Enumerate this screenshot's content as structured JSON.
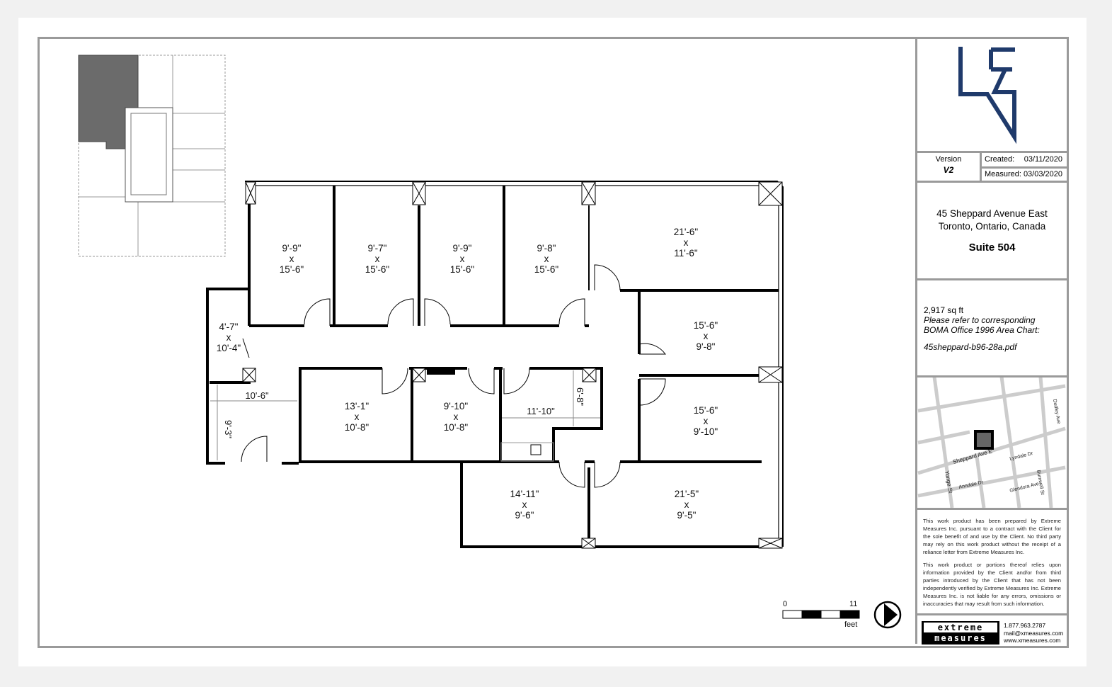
{
  "logo": {
    "text": "LEV",
    "color": "#1f3a6b"
  },
  "title_block": {
    "version_label": "Version",
    "version_value": "V2",
    "created_label": "Created:",
    "created_value": "03/11/2020",
    "measured_label": "Measured:",
    "measured_value": "03/03/2020",
    "address_line1": "45 Sheppard Avenue East",
    "address_line2": "Toronto, Ontario, Canada",
    "suite": "Suite 504",
    "area": "2,917 sq ft",
    "area_note1": "Please refer to corresponding",
    "area_note2": "BOMA Office 1996 Area Chart:",
    "area_file": "45sheppard-b96-28a.pdf"
  },
  "map": {
    "streets": [
      "Sheppard Ave E",
      "Yonge St",
      "Lyndale Dr",
      "Dudley Ave",
      "Burnwell St",
      "Glendora Ave",
      "Anndale Dr"
    ]
  },
  "disclaimer": {
    "p1": "This work product has been prepared by Extreme Measures Inc. pursuant to a contract with the Client for the sole benefit of and use by the Client. No third party may rely on this work product without the receipt of a reliance letter from Extreme Measures Inc.",
    "p2": "This work product or portions thereof relies upon information provided by the Client and/or from third parties introduced by the Client that has not been independently verified by Extreme Measures Inc. Extreme Measures Inc. is not liable for any errors, omissions or inaccuracies that may result from such information."
  },
  "company": {
    "logo_line1": "extreme",
    "logo_line2": "measures",
    "phone": "1.877.963.2787",
    "email": "mail@xmeasures.com",
    "web": "www.xmeasures.com"
  },
  "scale": {
    "start": "0",
    "end": "11",
    "unit": "feet"
  },
  "rooms": [
    {
      "w": "9'-9\"",
      "x": "x",
      "d": "15'-6\""
    },
    {
      "w": "9'-7\"",
      "x": "x",
      "d": "15'-6\""
    },
    {
      "w": "9'-9\"",
      "x": "x",
      "d": "15'-6\""
    },
    {
      "w": "9'-8\"",
      "x": "x",
      "d": "15'-6\""
    },
    {
      "w": "21'-6\"",
      "x": "x",
      "d": "11'-6\""
    },
    {
      "w": "4'-7\"",
      "x": "x",
      "d": "10'-4\""
    },
    {
      "w": "15'-6\"",
      "x": "x",
      "d": "9'-8\""
    },
    {
      "w": "13'-1\"",
      "x": "x",
      "d": "10'-8\""
    },
    {
      "w": "9'-10\"",
      "x": "x",
      "d": "10'-8\""
    },
    {
      "w": "15'-6\"",
      "x": "x",
      "d": "9'-10\""
    },
    {
      "w": "14'-11\"",
      "x": "x",
      "d": "9'-6\""
    },
    {
      "w": "21'-5\"",
      "x": "x",
      "d": "9'-5\""
    }
  ],
  "dimensions": {
    "reception_width": "10'-6\"",
    "reception_depth": "9'-3\"",
    "kitchen_width": "11'-10\"",
    "kitchen_depth": "6'-8\""
  }
}
